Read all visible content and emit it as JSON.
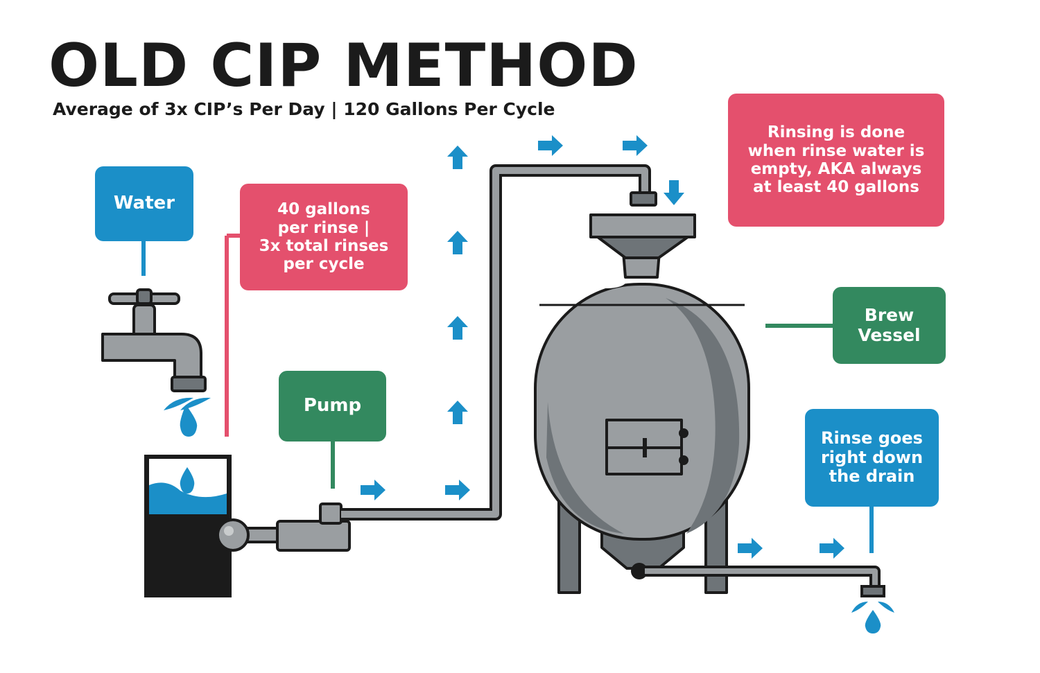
{
  "header": {
    "title": "OLD CIP METHOD",
    "subtitle": "Average of 3x CIP’s Per Day | 120 Gallons Per Cycle"
  },
  "labels": {
    "water": "Water",
    "rinse_info": "40 gallons\nper rinse |\n3x total rinses\nper cycle",
    "pump": "Pump",
    "rinsing_done": "Rinsing is done\nwhen rinse water is\nempty, AKA always\nat least 40 gallons",
    "brew_vessel": "Brew\nVessel",
    "drain": "Rinse goes\nright down\nthe drain"
  },
  "colors": {
    "blue": "#1b8fc8",
    "pink": "#e4506d",
    "green": "#33895f",
    "ink": "#1b1b1b",
    "metal": "#9a9ea1",
    "metal_dark": "#6e7478",
    "metal_light": "#c9cccd",
    "water": "#1b8fc8"
  }
}
